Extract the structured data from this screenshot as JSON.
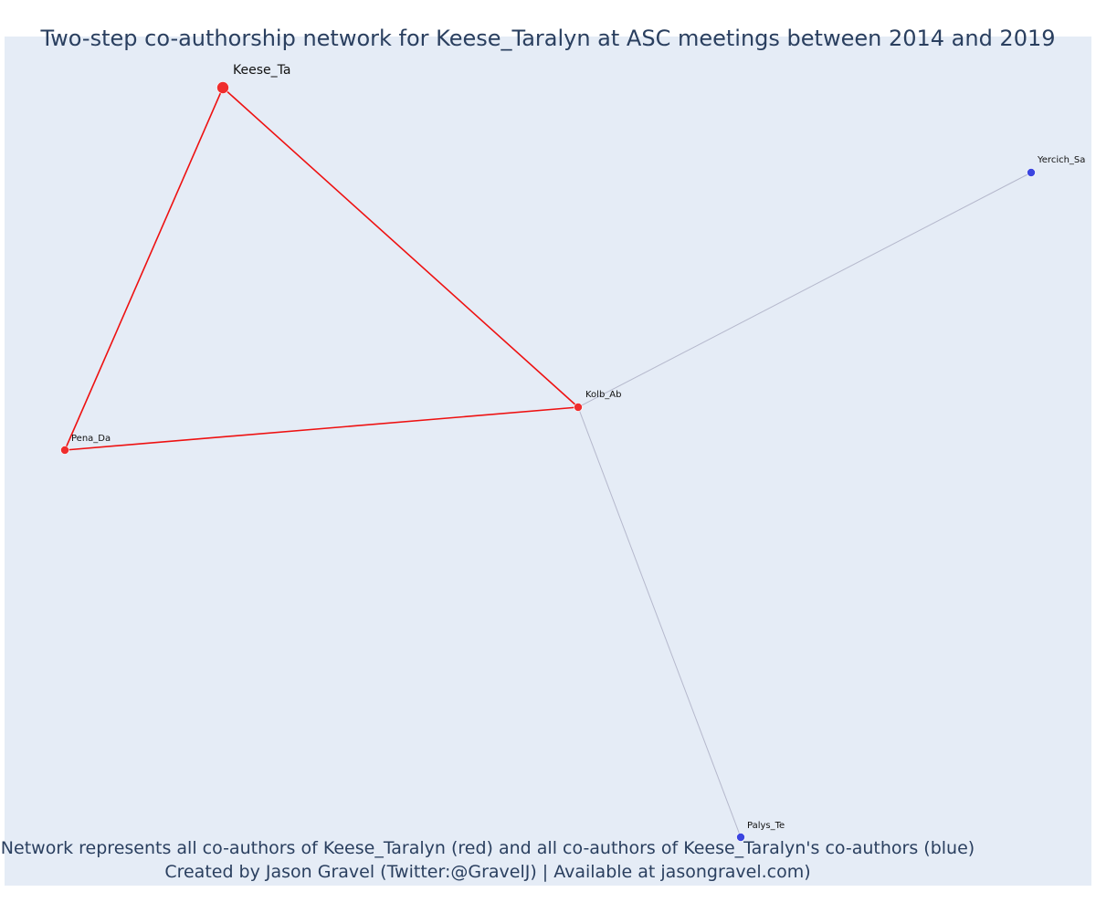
{
  "title": "Two-step co-authorship network for Keese_Taralyn at ASC meetings between 2014 and 2019",
  "footnote": {
    "line1": "Network represents all co-authors of Keese_Taralyn (red) and all co-authors of Keese_Taralyn's co-authors (blue)",
    "line2": "Created by Jason Gravel (Twitter:@GravelJ) | Available at jasongravel.com)"
  },
  "colors": {
    "background": "#e5ecf6",
    "primary_node": "#ef2d2d",
    "secondary_node": "#3b45e0",
    "primary_edge": "#ee1111",
    "secondary_edge": "#b5b8cc",
    "title_text": "#2a3f5f"
  },
  "nodes": [
    {
      "id": "Keese_Ta",
      "label": "Keese_Ta",
      "group": "focal"
    },
    {
      "id": "Kolb_Ab",
      "label": "Kolb_Ab",
      "group": "coauthor"
    },
    {
      "id": "Pena_Da",
      "label": "Pena_Da",
      "group": "coauthor"
    },
    {
      "id": "Yercich_Sa",
      "label": "Yercich_Sa",
      "group": "second-step"
    },
    {
      "id": "Palys_Te",
      "label": "Palys_Te",
      "group": "second-step"
    }
  ],
  "edges": [
    {
      "source": "Keese_Ta",
      "target": "Pena_Da",
      "type": "primary"
    },
    {
      "source": "Keese_Ta",
      "target": "Kolb_Ab",
      "type": "primary"
    },
    {
      "source": "Pena_Da",
      "target": "Kolb_Ab",
      "type": "primary"
    },
    {
      "source": "Kolb_Ab",
      "target": "Yercich_Sa",
      "type": "secondary"
    },
    {
      "source": "Kolb_Ab",
      "target": "Palys_Te",
      "type": "secondary"
    }
  ]
}
